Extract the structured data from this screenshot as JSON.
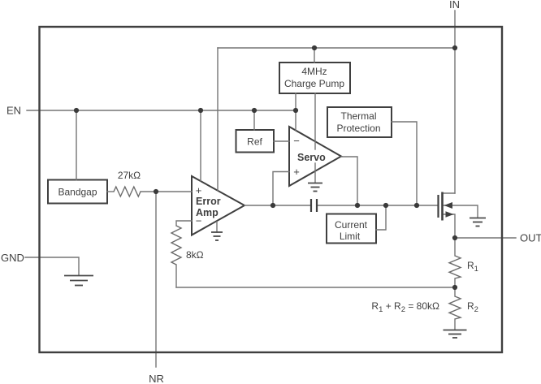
{
  "pins": {
    "in": "IN",
    "en": "EN",
    "gnd": "GND",
    "out": "OUT",
    "nr": "NR"
  },
  "blocks": {
    "bandgap": "Bandgap",
    "charge_pump_line1": "4MHz",
    "charge_pump_line2": "Charge Pump",
    "ref": "Ref",
    "thermal_line1": "Thermal",
    "thermal_line2": "Protection",
    "current_limit_line1": "Current",
    "current_limit_line2": "Limit"
  },
  "amplifiers": {
    "error_amp_line1": "Error",
    "error_amp_line2": "Amp",
    "error_amp_plus": "+",
    "error_amp_minus": "−",
    "servo_label": "Servo",
    "servo_minus": "−",
    "servo_plus": "+"
  },
  "passives": {
    "r27k": "27kΩ",
    "r8k": "8kΩ",
    "r1_base": "R",
    "r1_sub": "1",
    "r2_base": "R",
    "r2_sub": "2"
  },
  "equation": {
    "p1": "R",
    "s1": "1",
    "p2": " + R",
    "s2": "2",
    "p3": " = 80kΩ"
  },
  "colors": {
    "background": "#ffffff",
    "component_outline": "#3f3f3f",
    "wire": "#757575",
    "text": "#3f3f3f"
  }
}
